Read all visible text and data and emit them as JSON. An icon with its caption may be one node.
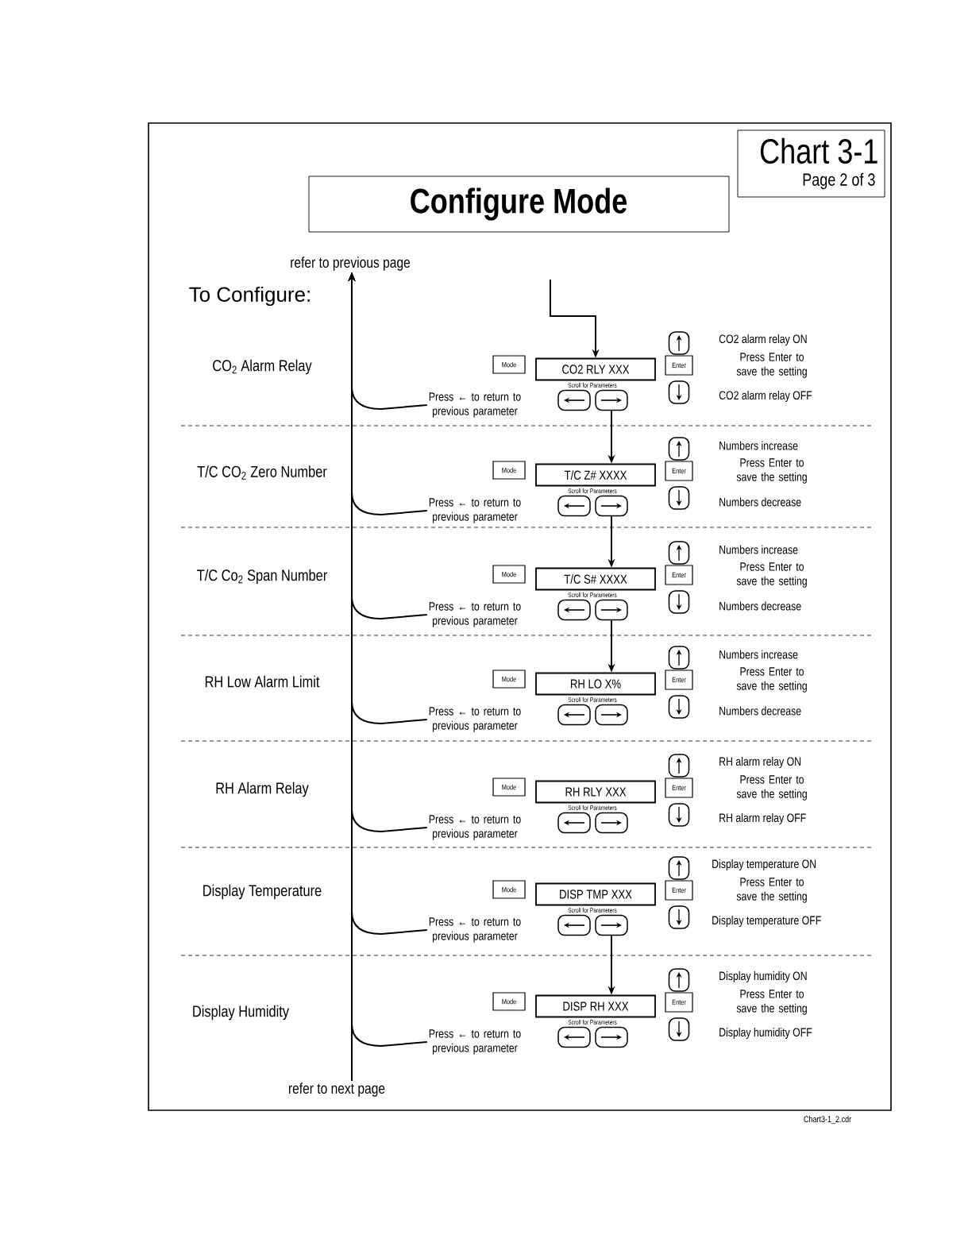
{
  "diagram": {
    "title": "Configure Mode",
    "nodes": [
      {
        "text": [
          "Chart 3-1",
          "Page 2 of 3"
        ]
      },
      {
        "text": [
          "refer to previous page"
        ]
      },
      {
        "text": [
          "refer to next page"
        ]
      },
      {
        "text": [
          "Mode"
        ]
      },
      {
        "text": [
          "CO2 RLY XXX"
        ],
        "beside": [
          "Scroll for Parameters"
        ]
      },
      {
        "text": [],
        "shape": "box"
      },
      {
        "text": [],
        "shape": "box"
      },
      {
        "text": [],
        "shape": "box",
        "beside": [
          "CO2 alarm relay ON"
        ]
      },
      {
        "text": [
          "Enter"
        ]
      },
      {
        "text": [],
        "shape": "box",
        "beside": [
          "CO2 alarm relay OFF"
        ]
      },
      {
        "text": [
          "Press ← to return to previous parameter"
        ]
      },
      {
        "text": [
          "Mode"
        ]
      },
      {
        "text": [
          "T/C Z# XXXX"
        ],
        "beside": [
          "Scroll for Parameters"
        ]
      },
      {
        "text": [],
        "shape": "box"
      },
      {
        "text": [],
        "shape": "box"
      },
      {
        "text": [],
        "shape": "box",
        "beside": [
          "Numbers increase"
        ]
      },
      {
        "text": [
          "Enter"
        ]
      },
      {
        "text": [],
        "shape": "box",
        "beside": [
          "Numbers decrease"
        ]
      },
      {
        "text": [
          "Press ← to return to previous parameter"
        ]
      },
      {
        "text": [
          "Mode"
        ]
      },
      {
        "text": [
          "T/C S# XXXX"
        ],
        "beside": [
          "Scroll for Parameters"
        ]
      },
      {
        "text": [],
        "shape": "box"
      },
      {
        "text": [],
        "shape": "box"
      },
      {
        "text": [],
        "shape": "box",
        "beside": [
          "Numbers increase"
        ]
      },
      {
        "text": [
          "Enter"
        ]
      },
      {
        "text": [],
        "shape": "box",
        "beside": [
          "Numbers decrease"
        ]
      },
      {
        "text": [
          "Press ← to return to previous parameter"
        ]
      },
      {
        "text": [
          "Mode"
        ]
      },
      {
        "text": [
          "RH LO X%"
        ],
        "beside": [
          "Scroll for Parameters"
        ]
      },
      {
        "text": [],
        "shape": "box"
      },
      {
        "text": [],
        "shape": "box"
      },
      {
        "text": [],
        "shape": "box",
        "beside": [
          "Numbers increase"
        ]
      },
      {
        "text": [
          "Enter"
        ]
      },
      {
        "text": [],
        "shape": "box",
        "beside": [
          "Numbers decrease"
        ]
      },
      {
        "text": [
          "Press ← to return to previous parameter"
        ]
      },
      {
        "text": [
          "Mode"
        ]
      },
      {
        "text": [
          "RH RLY XXX"
        ],
        "beside": [
          "Scroll for Parameters"
        ]
      },
      {
        "text": [],
        "shape": "box"
      },
      {
        "text": [],
        "shape": "box"
      },
      {
        "text": [],
        "shape": "box",
        "beside": [
          "RH alarm relay ON"
        ]
      },
      {
        "text": [
          "Enter"
        ]
      },
      {
        "text": [],
        "shape": "box",
        "beside": [
          "RH alarm relay OFF"
        ]
      },
      {
        "text": [
          "Press ← to return to previous parameter"
        ]
      },
      {
        "text": [
          "Mode"
        ]
      },
      {
        "text": [
          "DISP TMP XXX"
        ],
        "beside": [
          "Scroll for Parameters"
        ]
      },
      {
        "text": [],
        "shape": "box"
      },
      {
        "text": [],
        "shape": "box"
      },
      {
        "text": [],
        "shape": "box",
        "beside": [
          "Display temperature ON"
        ]
      },
      {
        "text": [
          "Enter"
        ]
      },
      {
        "text": [],
        "shape": "box",
        "beside": [
          "Display temperature OFF"
        ]
      },
      {
        "text": [
          "Press ← to return to previous parameter"
        ]
      },
      {
        "text": [
          "Mode"
        ]
      },
      {
        "text": [
          "DISP RH XXX"
        ],
        "beside": [
          "Scroll for Parameters"
        ]
      },
      {
        "text": [],
        "shape": "box"
      },
      {
        "text": [],
        "shape": "box"
      },
      {
        "text": [],
        "shape": "box",
        "beside": [
          "Display humidity ON"
        ]
      },
      {
        "text": [
          "Enter"
        ]
      },
      {
        "text": [],
        "shape": "box",
        "beside": [
          "Display humidity OFF"
        ]
      },
      {
        "text": [
          "Press ← to return to previous parameter"
        ]
      }
    ],
    "edges": [
      {
        "from": null,
        "to": 4,
        "arrow": "to"
      },
      {
        "from": 6,
        "to": 12,
        "arrow": "to"
      },
      {
        "from": 14,
        "to": 20,
        "arrow": "to"
      },
      {
        "from": 22,
        "to": 28,
        "arrow": "to"
      },
      {
        "from": 46,
        "to": 52,
        "arrow": "to"
      },
      {
        "from": 2,
        "to": 1,
        "arrow": "to"
      },
      {
        "from": 10,
        "to": 1,
        "arrow": "to"
      },
      {
        "from": 18,
        "to": 1,
        "arrow": "to"
      },
      {
        "from": 26,
        "to": 1,
        "arrow": "to"
      },
      {
        "from": 34,
        "to": 1,
        "arrow": "to"
      },
      {
        "from": 42,
        "to": 1,
        "arrow": "to"
      },
      {
        "from": 50,
        "to": 1,
        "arrow": "to"
      },
      {
        "from": 58,
        "to": 1,
        "arrow": "to"
      }
    ],
    "labels": [
      "To Configure:",
      "CO$_{2}$ Alarm Relay",
      "Press Enter to save the setting",
      "T/C CO$_{2}$ Zero Number",
      "Press Enter to save the setting",
      "T/C Co$_{2}$ Span Number",
      "Press Enter to save the setting",
      "RH Low Alarm Limit",
      "Press Enter to save the setting",
      "RH Alarm Relay",
      "Press Enter to save the setting",
      "Display Temperature",
      "Press Enter to save the setting",
      "Display Humidity",
      "Press Enter to save the setting",
      "Chart3-1_2.cdr"
    ]
  }
}
